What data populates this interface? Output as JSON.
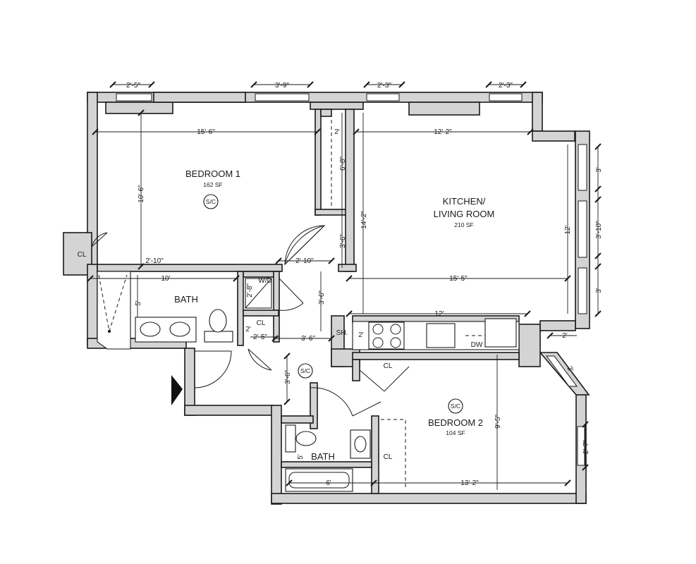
{
  "rooms": {
    "bedroom1": {
      "name": "BEDROOM 1",
      "area": "162 SF"
    },
    "kitchen": {
      "name_line1": "KITCHEN/",
      "name_line2": "LIVING ROOM",
      "area": "210 SF"
    },
    "bedroom2": {
      "name": "BEDROOM 2",
      "area": "104 SF"
    },
    "bath1": {
      "name": "BATH"
    },
    "bath2": {
      "name": "BATH"
    }
  },
  "labels": {
    "closet": "CL",
    "washer_dryer": "W/D",
    "shelf": "SH.",
    "dishwasher": "DW",
    "smoke_co": "S/C"
  },
  "dimensions": {
    "win_bed1_a": "2'-5\"",
    "win_bed1_b": "3'-9\"",
    "win_kit_a": "2'-3\"",
    "win_kit_b": "2'-3\"",
    "bed1_width": "15'-6\"",
    "bed1_depth": "10'-6\"",
    "closet_width": "2'",
    "closet_depth": "6'-8\"",
    "kit_depth": "14'-2\"",
    "kit_width_top": "12'-2\"",
    "kit_width_mid": "15'-5\"",
    "kit_height_right": "12'",
    "kitchen_counter": "12'",
    "win_right_a": "3'",
    "win_right_b": "3'-10\"",
    "win_right_c": "3'",
    "door_bed1": "2'-10\"",
    "closet_lower": "3'-6\"",
    "bath1_door": "2'-10\"",
    "bath1_width": "10'",
    "bath1_depth": "5'",
    "wd_size": "2'-8\"",
    "hall_width": "3'-6\"",
    "hall_depth": "3'-6\"",
    "linen_a": "2'-5\"",
    "linen_b": "2'",
    "hall_lower": "3'-6\"",
    "counter_depth": "2'",
    "bay_small": "2'",
    "win_bed2": "2'-7\"",
    "bed2_width": "13'-2\"",
    "bed2_depth": "9'-5\"",
    "bath2_width": "5'",
    "tub_len": "6'",
    "corner_2": "2'",
    "shelf_2": "2'"
  }
}
